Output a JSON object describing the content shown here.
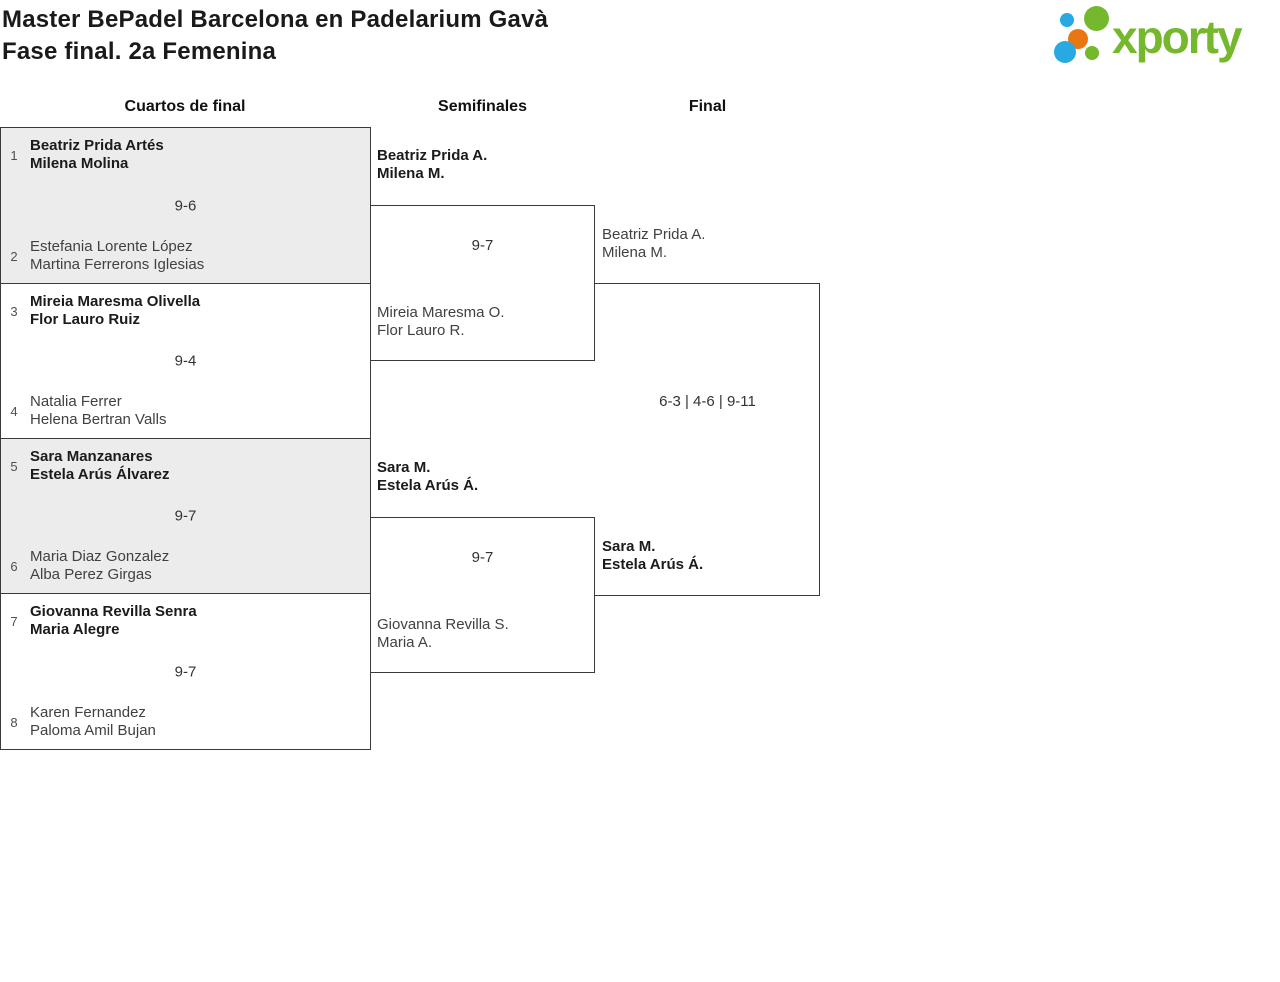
{
  "header": {
    "title_line1": "Master BePadel Barcelona en Padelarium Gavà",
    "title_line2": "Fase final. 2a Femenina",
    "logo_text": "xporty",
    "logo_colors": {
      "green": "#76b82d",
      "blue": "#29a9e1",
      "orange": "#e87711"
    }
  },
  "columns": {
    "quarterfinals": "Cuartos de final",
    "semifinals": "Semifinales",
    "final": "Final"
  },
  "bracket": {
    "quarterfinals": [
      {
        "seed1": "1",
        "team1_line1": "Beatriz Prida Artés",
        "team1_line2": "Milena Molina",
        "score": "9-6",
        "seed2": "2",
        "team2_line1": "Estefania Lorente López",
        "team2_line2": "Martina Ferrerons Iglesias"
      },
      {
        "seed1": "3",
        "team1_line1": "Mireia Maresma Olivella",
        "team1_line2": "Flor Lauro Ruiz",
        "score": "9-4",
        "seed2": "4",
        "team2_line1": "Natalia Ferrer",
        "team2_line2": "Helena Bertran Valls"
      },
      {
        "seed1": "5",
        "team1_line1": "Sara Manzanares",
        "team1_line2": "Estela Arús Álvarez",
        "score": "9-7",
        "seed2": "6",
        "team2_line1": "Maria Diaz Gonzalez",
        "team2_line2": "Alba Perez Girgas"
      },
      {
        "seed1": "7",
        "team1_line1": "Giovanna Revilla Senra",
        "team1_line2": "Maria Alegre",
        "score": "9-7",
        "seed2": "8",
        "team2_line1": "Karen Fernandez",
        "team2_line2": "Paloma Amil Bujan"
      }
    ],
    "semifinals": [
      {
        "team1_line1": "Beatriz Prida A.",
        "team1_line2": "Milena M.",
        "score": "9-7",
        "team2_line1": "Mireia Maresma O.",
        "team2_line2": "Flor Lauro R."
      },
      {
        "team1_line1": "Sara M.",
        "team1_line2": "Estela Arús Á.",
        "score": "9-7",
        "team2_line1": "Giovanna Revilla S.",
        "team2_line2": "Maria A."
      }
    ],
    "final": {
      "team1_line1": "Beatriz Prida A.",
      "team1_line2": "Milena M.",
      "score": "6-3 | 4-6 | 9-11",
      "team2_line1": "Sara M.",
      "team2_line2": "Estela Arús Á."
    }
  }
}
